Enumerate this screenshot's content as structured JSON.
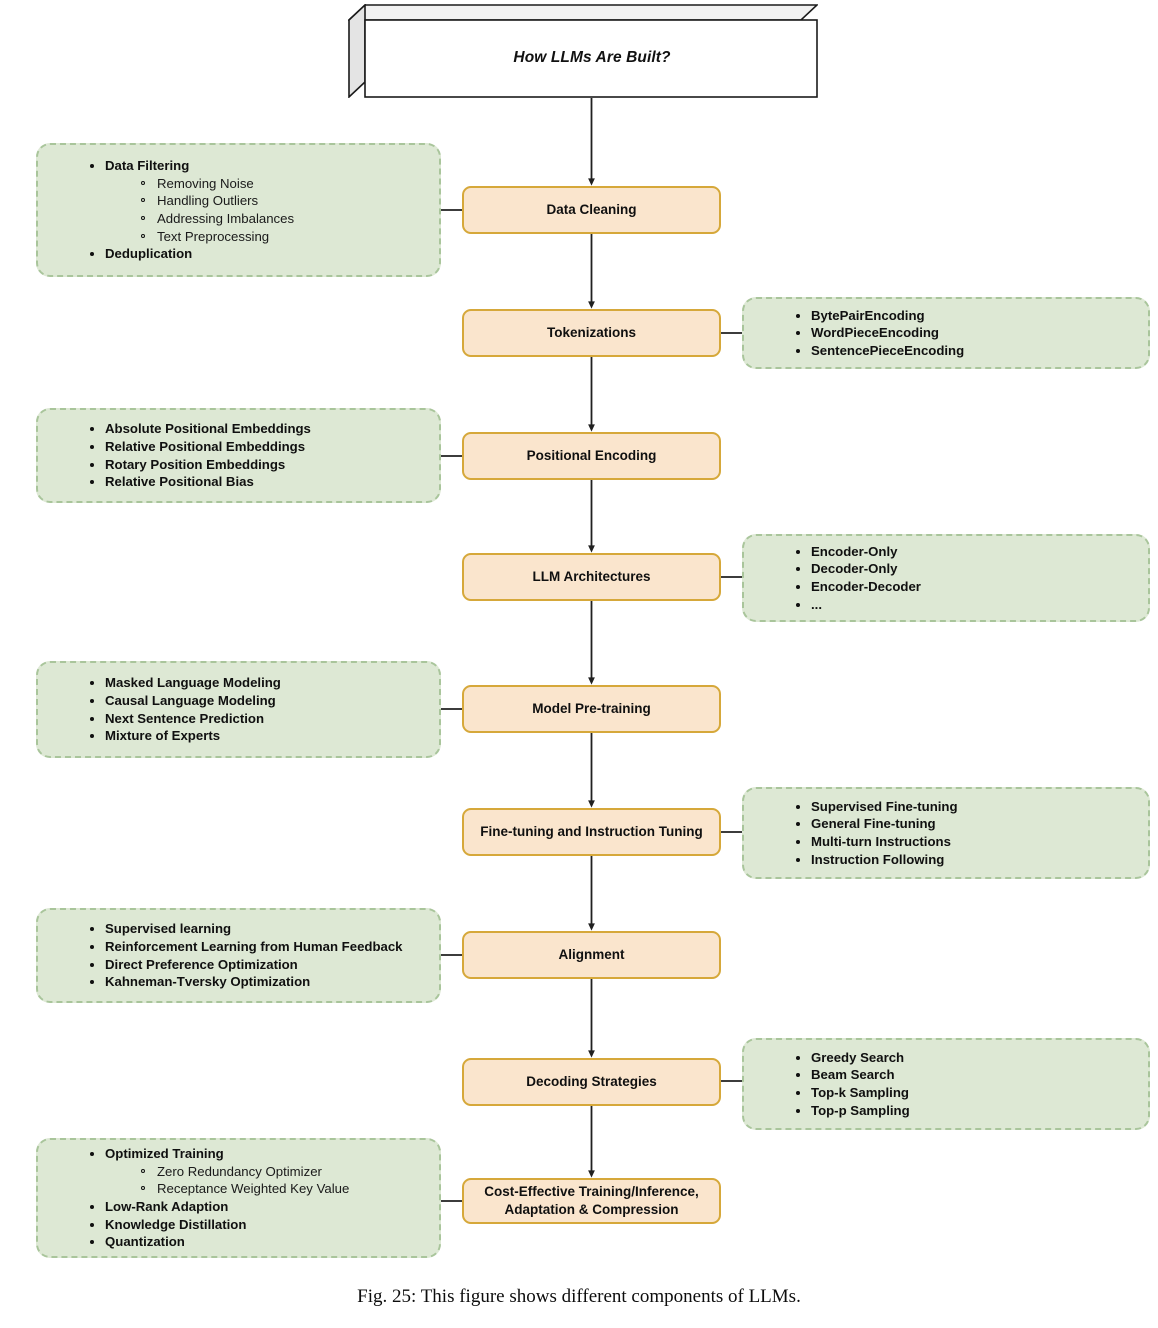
{
  "title": {
    "text": "How LLMs Are Built?"
  },
  "caption": {
    "text": "Fig. 25: This figure shows different components of LLMs."
  },
  "colors": {
    "stage_fill": "#fae5cd",
    "stage_border": "#d6a83a",
    "detail_fill": "#dde8d4",
    "detail_border": "#a9c59b",
    "connector": "#202020",
    "text": "#101010",
    "background": "#ffffff"
  },
  "stages": [
    {
      "id": "data-cleaning",
      "label": "Data Cleaning",
      "side": "left"
    },
    {
      "id": "tokenizations",
      "label": "Tokenizations",
      "side": "right"
    },
    {
      "id": "positional-encoding",
      "label": "Positional Encoding",
      "side": "left"
    },
    {
      "id": "llm-architectures",
      "label": "LLM Architectures",
      "side": "right"
    },
    {
      "id": "model-pre-training",
      "label": "Model Pre-training",
      "side": "left"
    },
    {
      "id": "fine-tuning",
      "label": "Fine-tuning and Instruction Tuning",
      "side": "right"
    },
    {
      "id": "alignment",
      "label": "Alignment",
      "side": "left"
    },
    {
      "id": "decoding-strategies",
      "label": "Decoding Strategies",
      "side": "right"
    },
    {
      "id": "cost-effective",
      "label": "Cost-Effective Training/Inference, Adaptation & Compression",
      "side": "left"
    }
  ],
  "details": {
    "data_cleaning": [
      {
        "label": "Data Filtering",
        "children": [
          {
            "label": "Removing Noise"
          },
          {
            "label": "Handling Outliers"
          },
          {
            "label": "Addressing Imbalances"
          },
          {
            "label": "Text Preprocessing"
          }
        ]
      },
      {
        "label": "Deduplication"
      }
    ],
    "tokenizations": [
      {
        "label": "BytePairEncoding"
      },
      {
        "label": "WordPieceEncoding"
      },
      {
        "label": "SentencePieceEncoding"
      }
    ],
    "positional_encoding": [
      {
        "label": "Absolute Positional Embeddings"
      },
      {
        "label": "Relative Positional Embeddings"
      },
      {
        "label": "Rotary Position Embeddings"
      },
      {
        "label": "Relative Positional Bias"
      }
    ],
    "llm_architectures": [
      {
        "label": "Encoder-Only"
      },
      {
        "label": "Decoder-Only"
      },
      {
        "label": "Encoder-Decoder"
      },
      {
        "label": "..."
      }
    ],
    "model_pre_training": [
      {
        "label": "Masked Language Modeling"
      },
      {
        "label": "Causal Language Modeling"
      },
      {
        "label": "Next Sentence Prediction"
      },
      {
        "label": "Mixture of Experts"
      }
    ],
    "fine_tuning": [
      {
        "label": "Supervised Fine-tuning"
      },
      {
        "label": "General Fine-tuning"
      },
      {
        "label": "Multi-turn Instructions"
      },
      {
        "label": "Instruction Following"
      }
    ],
    "alignment": [
      {
        "label": "Supervised learning"
      },
      {
        "label": "Reinforcement Learning from Human Feedback"
      },
      {
        "label": "Direct Preference Optimization"
      },
      {
        "label": "Kahneman-Tversky Optimization"
      }
    ],
    "decoding_strategies": [
      {
        "label": "Greedy Search"
      },
      {
        "label": "Beam Search"
      },
      {
        "label": "Top-k Sampling"
      },
      {
        "label": "Top-p Sampling"
      }
    ],
    "cost_effective": [
      {
        "label": "Optimized Training",
        "children": [
          {
            "label": "Zero Redundancy Optimizer"
          },
          {
            "label": "Receptance Weighted Key Value"
          }
        ]
      },
      {
        "label": "Low-Rank Adaption"
      },
      {
        "label": "Knowledge Distillation"
      },
      {
        "label": "Quantization"
      }
    ]
  }
}
